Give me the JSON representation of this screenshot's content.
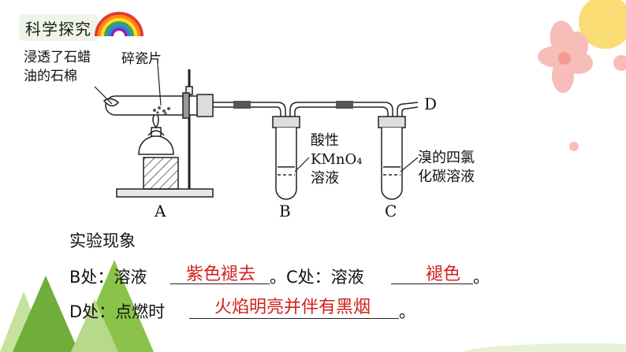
{
  "title": "科学探究",
  "apparatus": {
    "label_asbestos_line1": "浸透了石蜡",
    "label_asbestos_line2": "油的石棉",
    "label_porcelain": "碎瓷片",
    "label_kmno4_line1": "酸性",
    "label_kmno4_line2": "KMnO₄",
    "label_kmno4_line3": "溶液",
    "label_br_line1": "溴的四氯",
    "label_br_line2": "化碳溶液",
    "outlet_D": "D",
    "tube_A": "A",
    "tube_B": "B",
    "tube_C": "C"
  },
  "observations": {
    "heading": "实验现象",
    "row_b_prefix": "B处：溶液",
    "row_b_answer": "紫色褪去",
    "row_c_prefix": "。C处：溶液",
    "row_c_answer": "褪色",
    "row_c_end": "。",
    "row_d_prefix": "D处：点燃时",
    "row_d_answer": "火焰明亮并伴有黑烟",
    "row_d_end": "。"
  },
  "colors": {
    "answer": "#d0201e",
    "title_bg": "#eef5e8",
    "flower": "#f7c8c4",
    "sun": "#f7d35a",
    "tree": "#8bc34a"
  }
}
